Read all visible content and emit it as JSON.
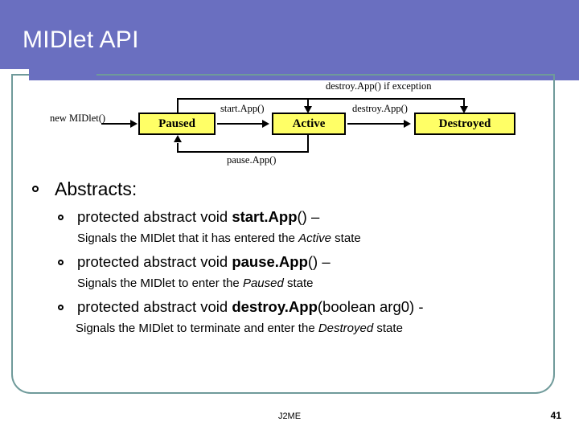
{
  "slide": {
    "title": "MIDlet API",
    "footer_label": "J2ME",
    "slide_number": "41",
    "accent_header": "#6a6fc0",
    "accent_frame": "#6f9a9a",
    "diagram_box_fill": "#ffff66"
  },
  "diagram": {
    "boxes": [
      {
        "label": "Paused"
      },
      {
        "label": "Active"
      },
      {
        "label": "Destroyed"
      }
    ],
    "labels": [
      {
        "text": "new MIDlet()"
      },
      {
        "text": "start.App()"
      },
      {
        "text": "destroy.App()"
      },
      {
        "text": "pause.App()"
      },
      {
        "text": "destroy.App() if exception"
      }
    ]
  },
  "content": {
    "heading": "Abstracts:",
    "items": [
      {
        "signature_prefix": "protected abstract void ",
        "signature_method": "start.App",
        "signature_suffix": "() –",
        "desc_pre": "Signals the MIDlet that it has entered the ",
        "desc_em": "Active",
        "desc_post": " state"
      },
      {
        "signature_prefix": "protected abstract void ",
        "signature_method": "pause.App",
        "signature_suffix": "() –",
        "desc_pre": "Signals the MIDlet to enter the ",
        "desc_em": "Paused",
        "desc_post": " state"
      },
      {
        "signature_prefix": "protected abstract void ",
        "signature_method": "destroy.App",
        "signature_suffix": "(boolean arg0) -",
        "desc_pre": "Signals the MIDlet to terminate and enter the ",
        "desc_em": "Destroyed",
        "desc_post": " state"
      }
    ]
  }
}
